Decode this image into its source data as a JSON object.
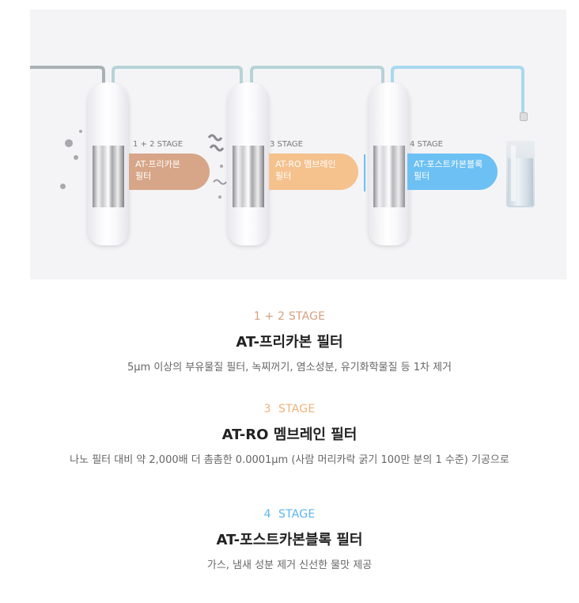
{
  "diagram": {
    "units": [
      {
        "stage": "1 + 2 STAGE",
        "name_line1": "AT-프리카본",
        "name_line2": "필터",
        "color": "#d7a587"
      },
      {
        "stage": "3 STAGE",
        "name_line1": "AT-RO 멤브레인",
        "name_line2": "필터",
        "color": "#f5c18d"
      },
      {
        "stage": "4 STAGE",
        "name_line1": "AT-포스트카본블록",
        "name_line2": "필터",
        "color": "#6cc0f3"
      }
    ],
    "pipe_colors": [
      "#a8b1b4",
      "#b6d3d6",
      "#a9d8ee"
    ]
  },
  "sections": [
    {
      "stage": "1 + 2 STAGE",
      "stage_color": "#d59f7e",
      "title": "AT-프리카본 필터",
      "desc": "5μm 이상의 부유물질 필터, 녹찌꺼기, 염소성분, 유기화학물질 등 1차 제거"
    },
    {
      "stage": "3  STAGE",
      "stage_color": "#f0b27a",
      "title": "AT-RO 멤브레인 필터",
      "desc": "나노 필터 대비 약 2,000배 더 촘촘한 0.0001μm (사람 머리카락 굵기 100만 분의 1 수준) 기공으로"
    },
    {
      "stage": "4  STAGE",
      "stage_color": "#5bb5ee",
      "title": "AT-포스트카본블록 필터",
      "desc": "가스, 냄새 성분 제거 신선한 물맛 제공"
    }
  ],
  "icons": [
    "impurity-wave-icon",
    "water-glass-icon",
    "faucet-icon"
  ]
}
